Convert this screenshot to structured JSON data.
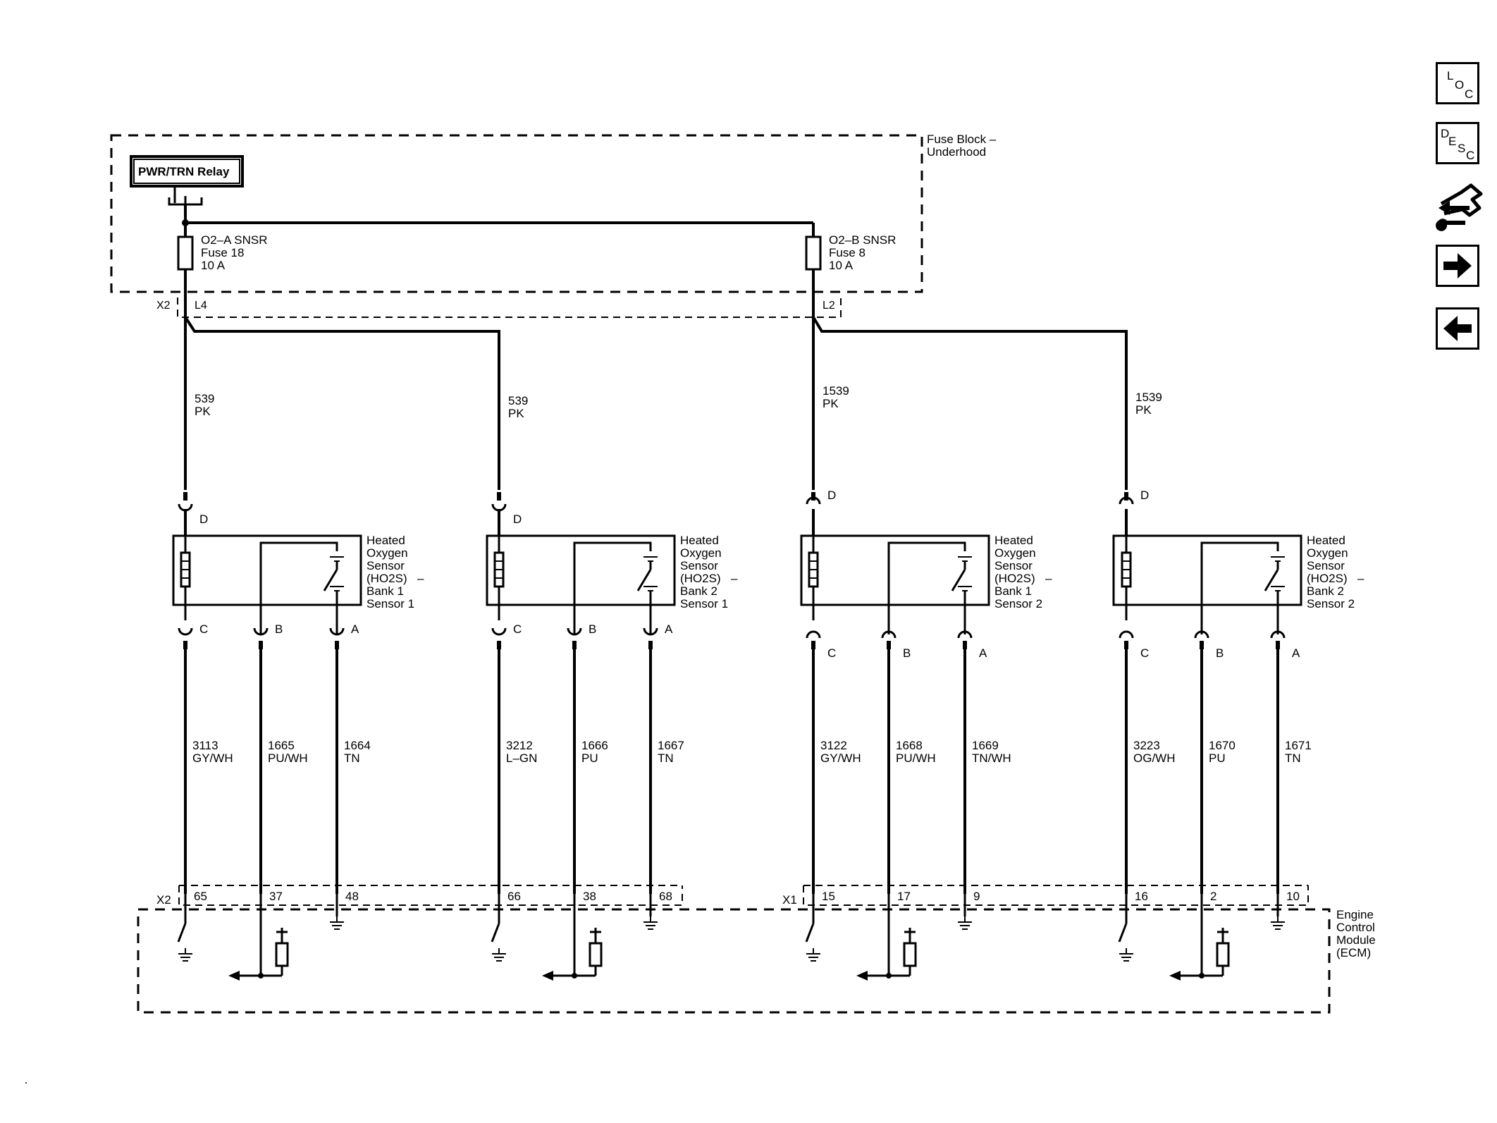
{
  "fuse_block": {
    "label_line1": "Fuse Block –",
    "label_line2": "Underhood",
    "relay_label": "PWR/TRN Relay",
    "connector": "X2",
    "fuses": [
      {
        "name": "O2–A SNSR",
        "number": "Fuse 18",
        "rating": "10 A",
        "cavity": "L4"
      },
      {
        "name": "O2–B SNSR",
        "number": "Fuse 8",
        "rating": "10 A",
        "cavity": "L2"
      }
    ]
  },
  "feed_wires": [
    {
      "circuit": "539",
      "color": "PK"
    },
    {
      "circuit": "539",
      "color": "PK"
    },
    {
      "circuit": "1539",
      "color": "PK"
    },
    {
      "circuit": "1539",
      "color": "PK"
    }
  ],
  "sensors": [
    {
      "name_lines": [
        "Heated",
        "Oxygen",
        "Sensor",
        "(HO2S)",
        "Bank 1",
        "Sensor 1"
      ],
      "dash": "–",
      "pin_top": "D",
      "pins": [
        "C",
        "B",
        "A"
      ],
      "wires": [
        {
          "circuit": "3113",
          "color": "GY/WH"
        },
        {
          "circuit": "1665",
          "color": "PU/WH"
        },
        {
          "circuit": "1664",
          "color": "TN"
        }
      ],
      "ecm_pins": [
        "65",
        "37",
        "48"
      ]
    },
    {
      "name_lines": [
        "Heated",
        "Oxygen",
        "Sensor",
        "(HO2S)",
        "Bank 2",
        "Sensor 1"
      ],
      "dash": "–",
      "pin_top": "D",
      "pins": [
        "C",
        "B",
        "A"
      ],
      "wires": [
        {
          "circuit": "3212",
          "color": "L–GN"
        },
        {
          "circuit": "1666",
          "color": "PU"
        },
        {
          "circuit": "1667",
          "color": "TN"
        }
      ],
      "ecm_pins": [
        "66",
        "38",
        "68"
      ]
    },
    {
      "name_lines": [
        "Heated",
        "Oxygen",
        "Sensor",
        "(HO2S)",
        "Bank 1",
        "Sensor 2"
      ],
      "dash": "–",
      "pin_top": "D",
      "pins": [
        "C",
        "B",
        "A"
      ],
      "wires": [
        {
          "circuit": "3122",
          "color": "GY/WH"
        },
        {
          "circuit": "1668",
          "color": "PU/WH"
        },
        {
          "circuit": "1669",
          "color": "TN/WH"
        }
      ],
      "ecm_pins": [
        "15",
        "17",
        "9"
      ]
    },
    {
      "name_lines": [
        "Heated",
        "Oxygen",
        "Sensor",
        "(HO2S)",
        "Bank 2",
        "Sensor 2"
      ],
      "dash": "–",
      "pin_top": "D",
      "pins": [
        "C",
        "B",
        "A"
      ],
      "wires": [
        {
          "circuit": "3223",
          "color": "OG/WH"
        },
        {
          "circuit": "1670",
          "color": "PU"
        },
        {
          "circuit": "1671",
          "color": "TN"
        }
      ],
      "ecm_pins": [
        "16",
        "2",
        "10"
      ]
    }
  ],
  "ecm": {
    "label_lines": [
      "Engine",
      "Control",
      "Module",
      "(ECM)"
    ],
    "connectors": [
      "X2",
      "X1"
    ]
  },
  "nav": {
    "loc": {
      "a": "L",
      "b": "O",
      "c": "C"
    },
    "desc": {
      "a": "D",
      "b": "E",
      "c": "S",
      "d": "C"
    },
    "icons": [
      "connector-repair-icon",
      "next-arrow-icon",
      "previous-arrow-icon"
    ]
  }
}
